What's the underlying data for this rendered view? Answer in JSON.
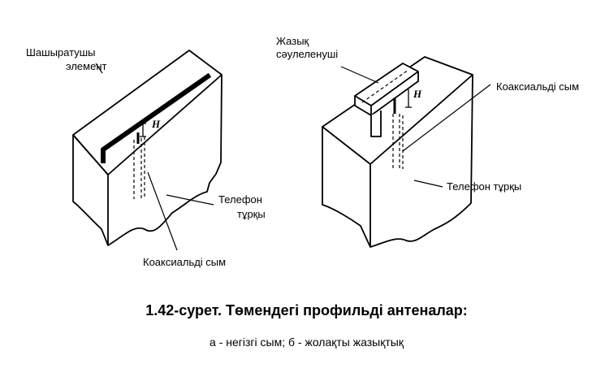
{
  "diagram_a": {
    "label_radiator": "Шашыратушы",
    "label_element": "элемент",
    "label_height": "H",
    "label_case_1": "Телефон",
    "label_case_2": "тұрқы",
    "label_coax": "Коаксиальді сым"
  },
  "diagram_b": {
    "label_tongue_1": "Жазық",
    "label_tongue_2": "сәулеленуші",
    "label_height": "H",
    "label_coax": "Коаксиальді сым",
    "label_case": "Телефон тұрқы"
  },
  "caption": {
    "title": "1.42-сурет. Төмендегі профильді антеналар:",
    "subtitle": "а - негізгі сым; б - жолақты жазықтық"
  }
}
